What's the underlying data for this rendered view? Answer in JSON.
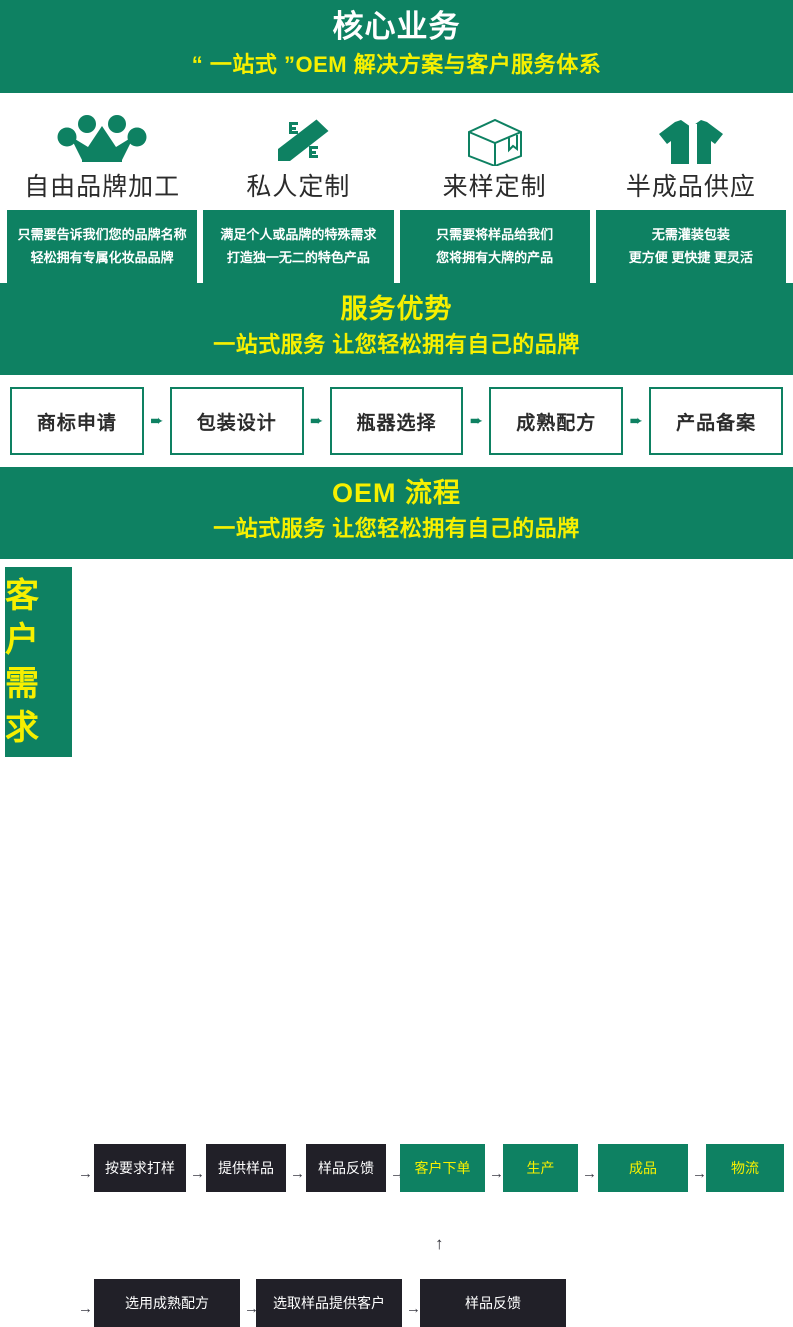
{
  "colors": {
    "green": "#0e8162",
    "yellow": "#f6f000",
    "dark": "#212028",
    "white": "#ffffff",
    "text_dark": "#2b2b2b"
  },
  "banner": {
    "title": "核心业务",
    "subtitle": "“ 一站式 ”OEM 解决方案与客户服务体系"
  },
  "core_business": {
    "items": [
      {
        "icon": "crown-icon",
        "label": "自由品牌加工",
        "card_line1": "只需要告诉我们您的品牌名称",
        "card_line2": "轻松拥有专属化妆品品牌"
      },
      {
        "icon": "pencil-icon",
        "label": "私人定制",
        "card_line1": "满足个人或品牌的特殊需求",
        "card_line2": "打造独一无二的特色产品"
      },
      {
        "icon": "box-icon",
        "label": "来样定制",
        "card_line1": "只需要将样品给我们",
        "card_line2": "您将拥有大牌的产品"
      },
      {
        "icon": "tshirt-icon",
        "label": "半成品供应",
        "card_line1": "无需灌装包装",
        "card_line2": "更方便 更快捷 更灵活"
      }
    ]
  },
  "service_band": {
    "title": "服务优势",
    "subtitle": "一站式服务 让您轻松拥有自己的品牌"
  },
  "service_chain": {
    "arrow_glyph": "➨",
    "steps": [
      "商标申请",
      "包装设计",
      "瓶器选择",
      "成熟配方",
      "产品备案"
    ]
  },
  "oem_band": {
    "title": "OEM 流程",
    "subtitle": "一站式服务 让您轻松拥有自己的品牌"
  },
  "oem_flow": {
    "left_label": "客户需求",
    "arrow_glyph": "→",
    "up_arrow_glyph": "↑",
    "top_row": [
      {
        "label": "按要求打样",
        "style": "dark"
      },
      {
        "label": "提供样品",
        "style": "dark"
      },
      {
        "label": "样品反馈",
        "style": "dark"
      },
      {
        "label": "客户下单",
        "style": "green"
      },
      {
        "label": "生产",
        "style": "green"
      },
      {
        "label": "成品",
        "style": "green"
      },
      {
        "label": "物流",
        "style": "green"
      }
    ],
    "bottom_row": [
      {
        "label": "选用成熟配方",
        "style": "dark"
      },
      {
        "label": "选取样品提供客户",
        "style": "dark"
      },
      {
        "label": "样品反馈",
        "style": "dark"
      }
    ]
  }
}
